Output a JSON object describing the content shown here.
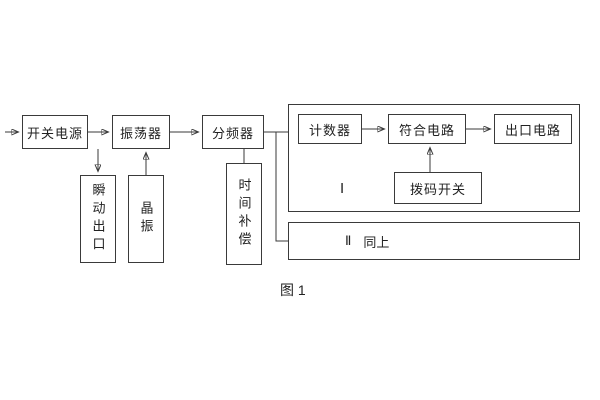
{
  "figure": {
    "caption": "图 1"
  },
  "blocks": {
    "power": "开关电源",
    "oscillator": "振荡器",
    "divider": "分频器",
    "counter": "计数器",
    "coincidence": "符合电路",
    "output": "出口电路",
    "dip_switch": "拨码开关",
    "instant_output": "瞬动出口",
    "crystal": "晶振",
    "time_comp": "时间补偿",
    "section1_label": "Ⅰ",
    "section2_label": "Ⅱ",
    "section2_text": "同上"
  },
  "colors": {
    "line": "#3a3a3a",
    "text": "#222222",
    "background": "#ffffff"
  }
}
